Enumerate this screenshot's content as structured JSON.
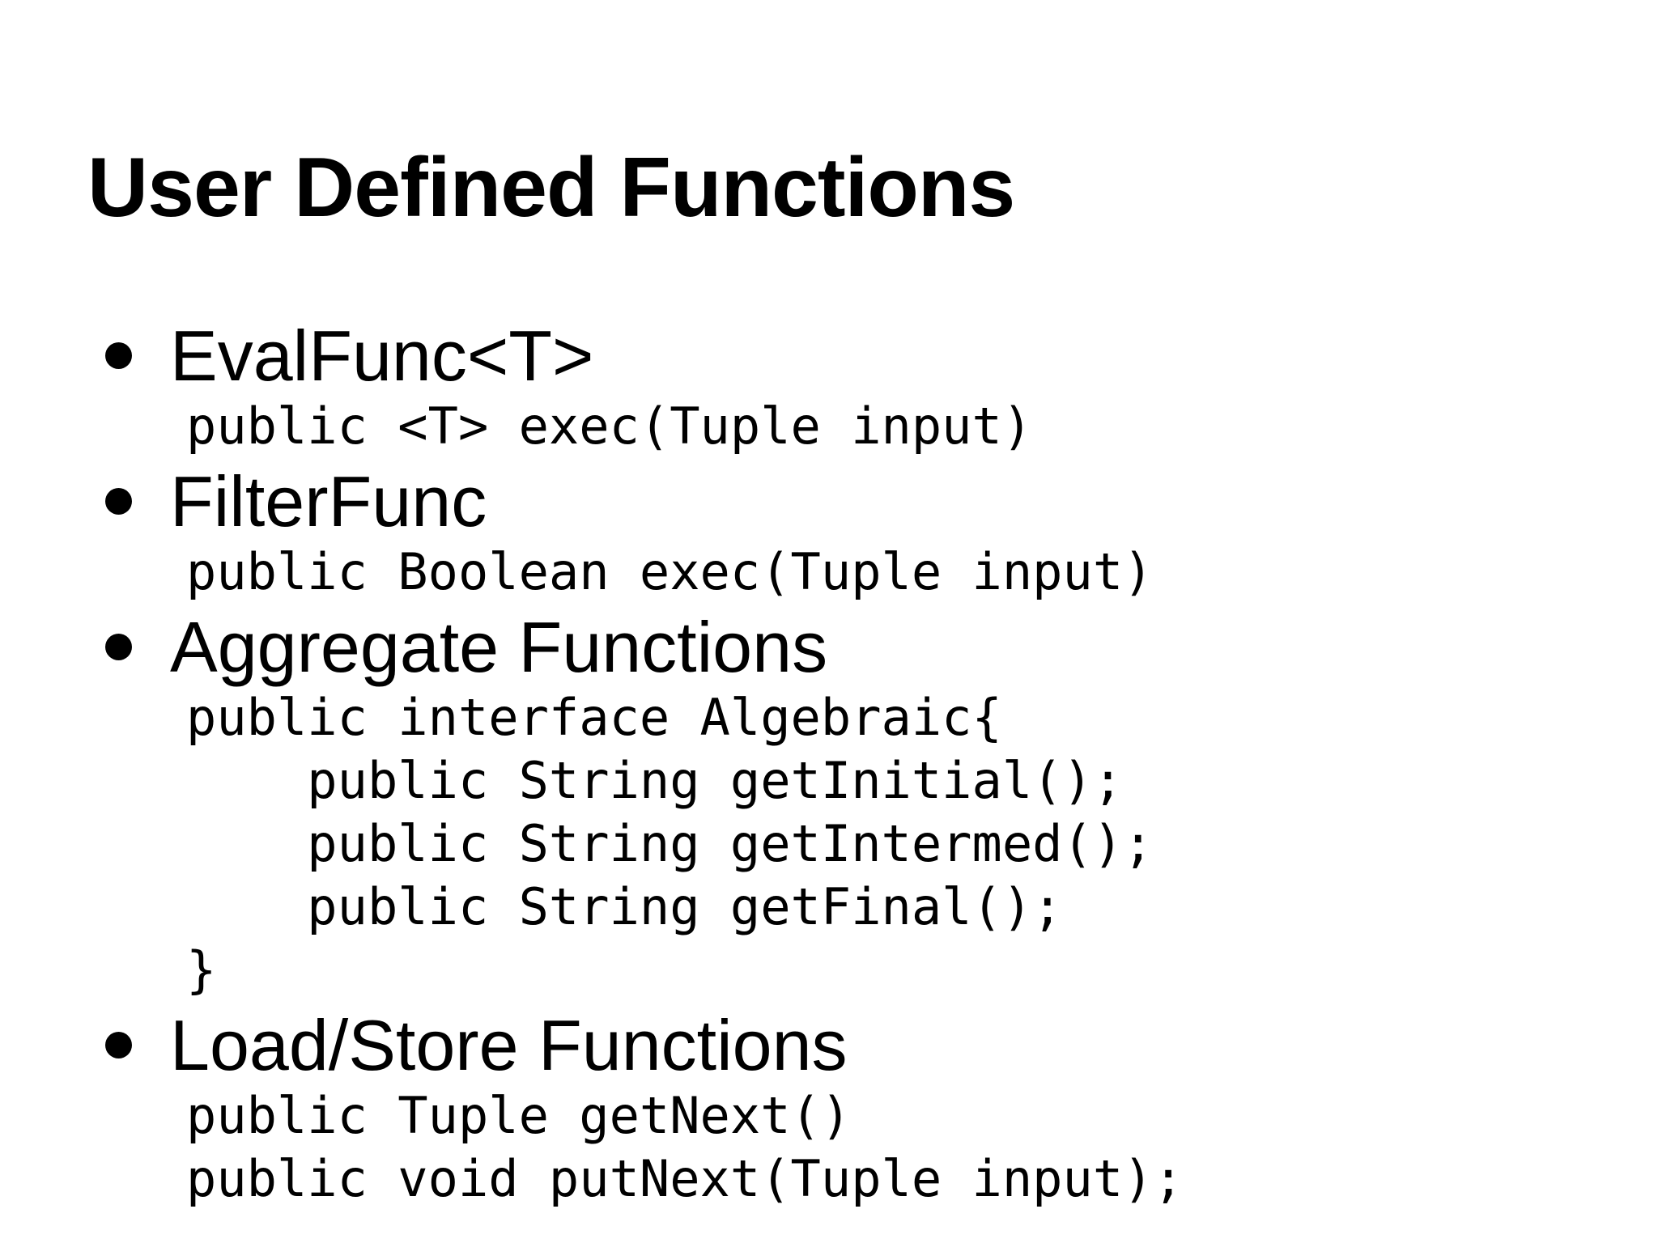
{
  "slide": {
    "title": "User Defined Functions",
    "background_color": "#ffffff",
    "text_color": "#000000",
    "sections": [
      {
        "header": "EvalFunc<T>",
        "code": "public <T> exec(Tuple input)"
      },
      {
        "header": "FilterFunc",
        "code": "public Boolean exec(Tuple input)"
      },
      {
        "header": "Aggregate Functions",
        "code": "public interface Algebraic{\n    public String getInitial();\n    public String getIntermed();\n    public String getFinal();\n}"
      },
      {
        "header": "Load/Store Functions",
        "code": "public Tuple getNext()\npublic void putNext(Tuple input);"
      }
    ]
  }
}
